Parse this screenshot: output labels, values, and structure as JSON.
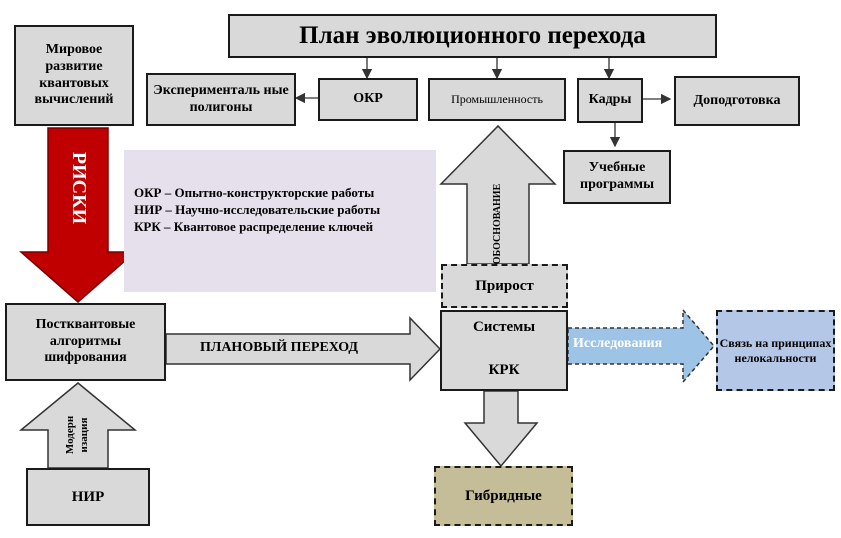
{
  "title": "План эволюционного перехода",
  "boxes": {
    "world": "Мировое развитие квантовых вычислений",
    "experimental": "Эксперименталь ные полигоны",
    "okr": "ОКР",
    "industry": "Промышленность",
    "staff": "Кадры",
    "pretraining": "Доподготовка",
    "curricula": "Учебные программы",
    "growth": "Прирост",
    "postquantum": "Постквантовые алгоритмы шифрования",
    "systems_line1": "Системы",
    "systems_line2": "КРК",
    "nonlocality": "Связь на принципах нелокальности",
    "hybrid": "Гибридные",
    "nir": "НИР"
  },
  "arrows": {
    "risks": "РИСКИ",
    "justification": "ОБОСНОВАНИЕ",
    "planned_transition": "ПЛАНОВЫЙ ПЕРЕХОД",
    "research": "Исследования",
    "modernization_line1": "Модерн",
    "modernization_line2": "изация"
  },
  "legend": [
    "ОКР – Опытно-конструкторские работы",
    "НИР – Научно-исследовательские работы",
    "КРК – Квантовое распределение ключей"
  ],
  "colors": {
    "box_fill": "#d9d9d9",
    "risk_arrow": "#c00000",
    "research_arrow": "#9dc3e6",
    "nonlocality_fill": "#b4c7e7",
    "hybrid_fill": "#c4bd97",
    "legend_fill": "#e6e0ec"
  }
}
